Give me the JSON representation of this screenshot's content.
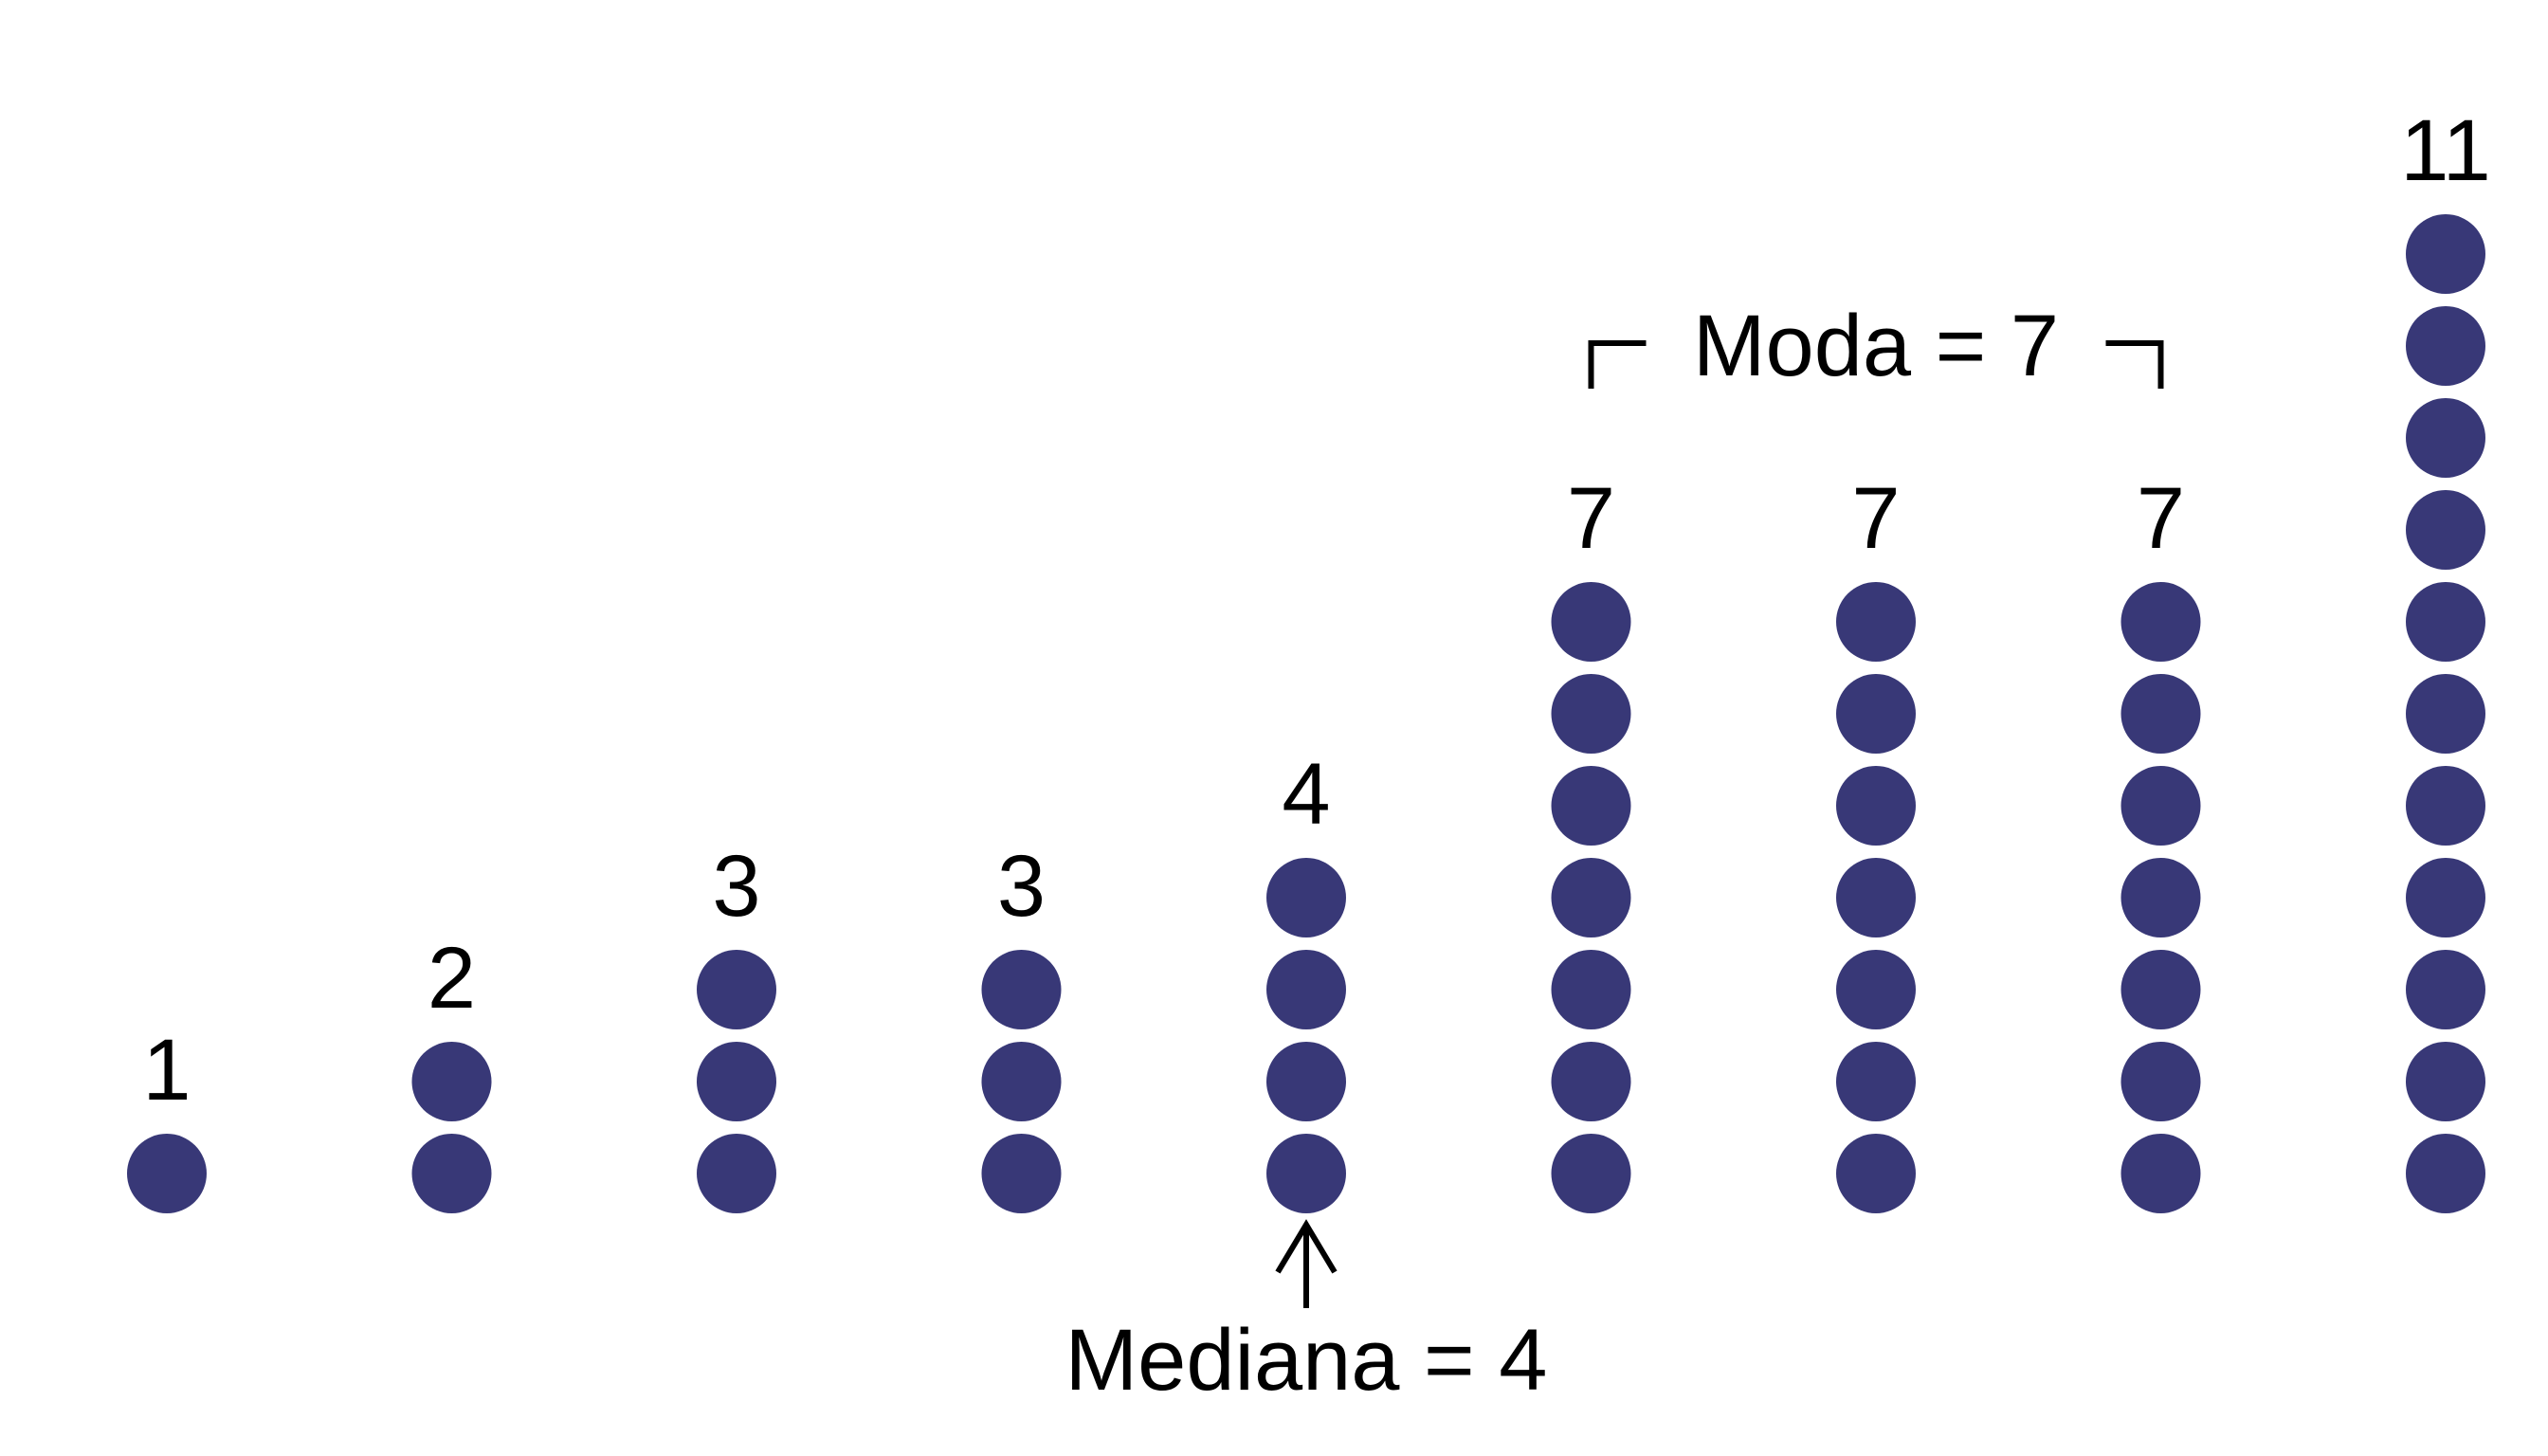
{
  "colors": {
    "dot": "#383877",
    "text": "#000000",
    "background": "#ffffff"
  },
  "columns": [
    {
      "label": "1",
      "count": 1
    },
    {
      "label": "2",
      "count": 2
    },
    {
      "label": "3",
      "count": 3
    },
    {
      "label": "3",
      "count": 3
    },
    {
      "label": "4",
      "count": 4
    },
    {
      "label": "7",
      "count": 7
    },
    {
      "label": "7",
      "count": 7
    },
    {
      "label": "7",
      "count": 7
    },
    {
      "label": "11",
      "count": 11
    }
  ],
  "median": {
    "label": "Mediana = 4",
    "column_index": 4
  },
  "mode": {
    "label": "Moda = 7",
    "column_indices": [
      5,
      6,
      7
    ]
  }
}
